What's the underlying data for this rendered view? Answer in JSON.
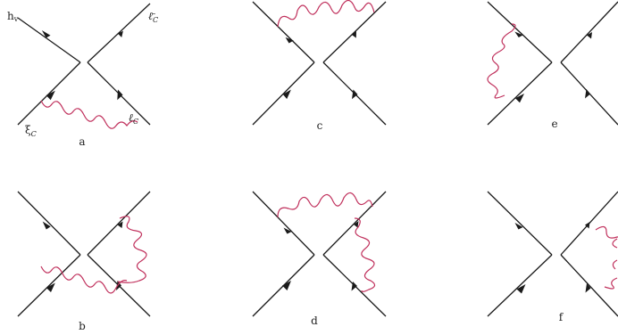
{
  "colors": {
    "line": "#1a1a1a",
    "photon": "#c0305c",
    "text": "#222222"
  },
  "field_labels": {
    "heavy": "h",
    "heavy_sub": "v",
    "antilepton": "ℓ̄",
    "antilepton_sub": "C",
    "xi": "ξ",
    "xi_sub": "C",
    "lepton": "ℓ",
    "lepton_sub": "C"
  },
  "diagrams": [
    {
      "id": "a",
      "label": "a"
    },
    {
      "id": "c",
      "label": "c"
    },
    {
      "id": "e",
      "label": "e"
    },
    {
      "id": "b",
      "label": "b"
    },
    {
      "id": "d",
      "label": "d"
    },
    {
      "id": "f",
      "label": "f"
    }
  ]
}
